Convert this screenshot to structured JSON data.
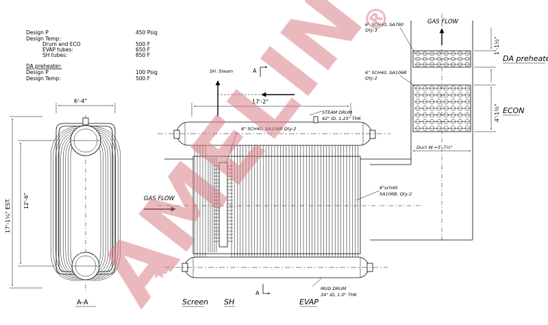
{
  "design_conditions": {
    "rows": [
      {
        "label": "Design P",
        "value": "450 Psig"
      },
      {
        "label": "Design Temp:",
        "value": ""
      },
      {
        "label": "Drum and ECO",
        "value": "500 F"
      },
      {
        "label": "EVAP tubes:",
        "value": "650 F"
      },
      {
        "label": "SH tubes:",
        "value": "850 F"
      }
    ],
    "da_heading": "DA preheater:",
    "da_rows": [
      {
        "label": "Design P",
        "value": "100 Psig"
      },
      {
        "label": "Design Temp:",
        "value": "500 F"
      }
    ]
  },
  "section_view": {
    "width_dim": "6'-4\"",
    "height_outer": "17'-1¼\" EST.",
    "height_inner": "12'-6\"",
    "caption": "A-A"
  },
  "boiler_elevation": {
    "length_dim": "17'-2\"",
    "section_mark_top": "A",
    "section_mark_bottom": "A",
    "sh_steam": "SH. Steam",
    "gas_flow_in": "GAS FLOW",
    "steam_drum_note": [
      "STEAM DRUM",
      "42\" ID, 1.25\" THK"
    ],
    "sh_header_note": "8\" SCH40, SA106B Qty:2",
    "evap_pipe_note": [
      "8\"sch40",
      "SA106B, Qty:2"
    ],
    "mud_drum_note": [
      "MUD DRUM",
      "34\" ID, 1.0\" THK"
    ]
  },
  "bottom_labels": {
    "screen": "Screen",
    "sh": "SH",
    "evap": "EVAP"
  },
  "stack": {
    "gas_flow": "GAS FLOW",
    "da_note": [
      "6\" SCH40, SA790",
      "Qty:3"
    ],
    "econ_note": [
      "6\" SCH40, SA106B",
      "Qty:2"
    ],
    "da_label": "DA preheater",
    "econ_label": "ECON",
    "da_height": "1'-1½\"",
    "econ_height": "4'-1½\"",
    "duct_width": "Duct W.=5'-7½\""
  },
  "watermark": {
    "text": "AMELIN",
    "mark": "®",
    "color": "#d9808a"
  },
  "colors": {
    "line": "#000000",
    "watermark": "#d9808a"
  }
}
